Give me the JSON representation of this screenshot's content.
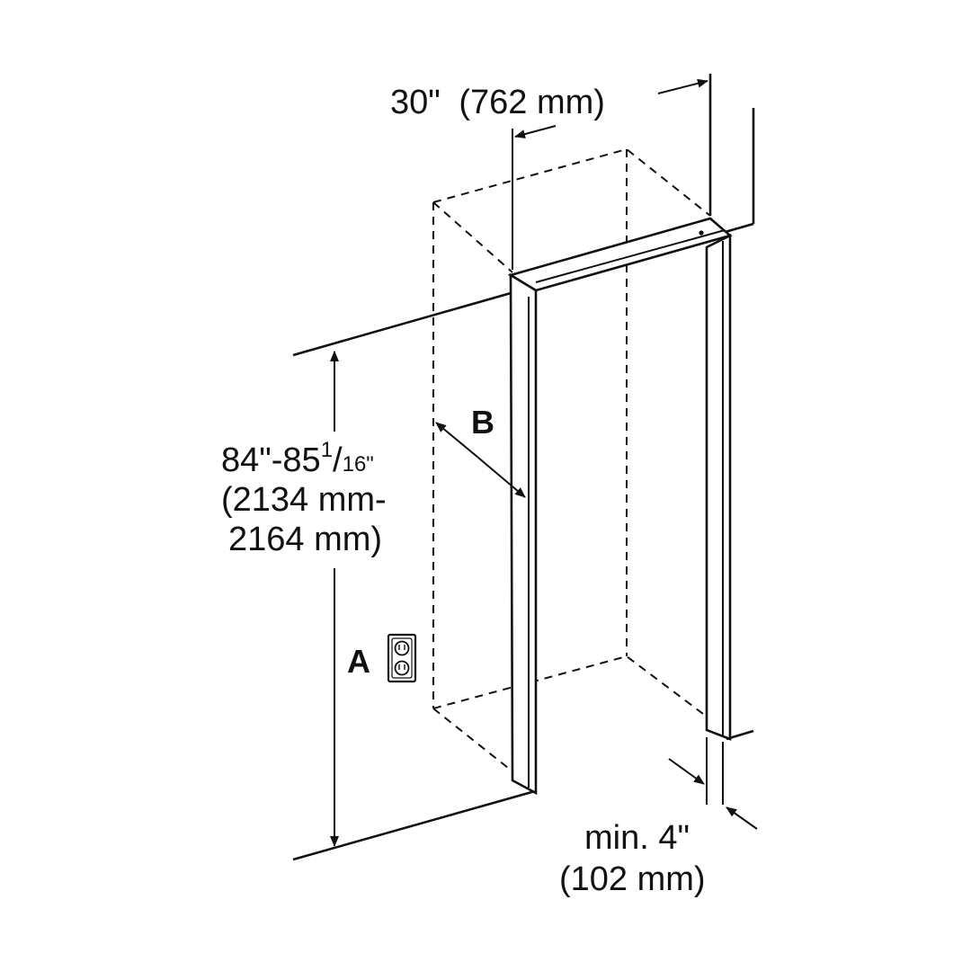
{
  "dimensions": {
    "width": {
      "imperial": "30\"",
      "metric": "(762 mm)"
    },
    "height": {
      "imperial_main": "84\"-85",
      "fraction_numerator": "1",
      "fraction_separator": "/",
      "fraction_denominator": "16\"",
      "metric_line1": "(2134 mm-",
      "metric_line2": "2164 mm)"
    },
    "side_clearance": {
      "imperial": "min. 4\"",
      "metric": "(102 mm)"
    }
  },
  "callouts": {
    "outlet": "A",
    "depth": "B"
  },
  "icons": {
    "outlet": "electrical-outlet-icon"
  }
}
